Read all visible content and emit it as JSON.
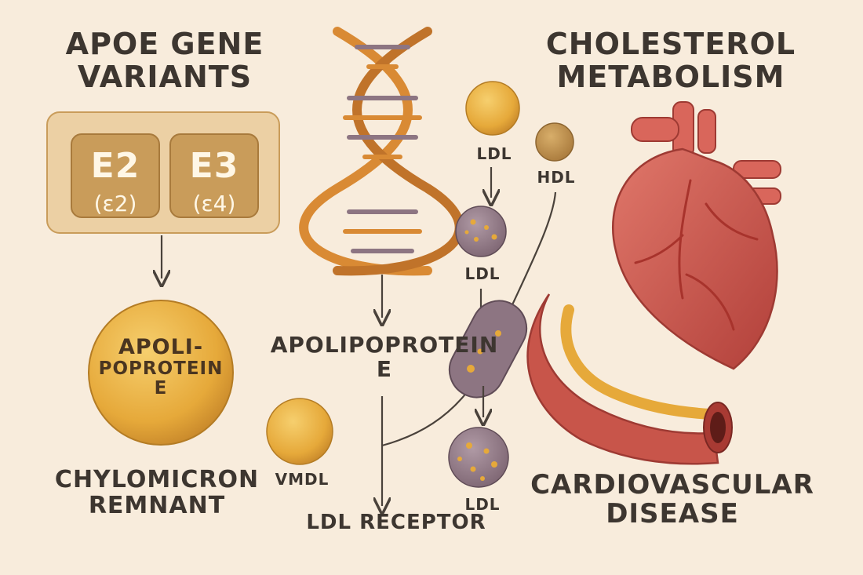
{
  "title_variants": [
    "APOE GENE",
    "VARIANTS"
  ],
  "title_metabolism": [
    "CHOLESTEROL",
    "METABOLISM"
  ],
  "variant_boxes": [
    {
      "label": "E2",
      "sub": "(ε2)"
    },
    {
      "label": "E3",
      "sub": "(ε4)"
    }
  ],
  "apoe_circle_lines": [
    "APOLI-",
    "POPROTEIN",
    "E"
  ],
  "apolipoprotein_label": [
    "APOLIPOPROTEIN",
    "E"
  ],
  "chylomicron_label": [
    "CHYLOMICRON",
    "REMNANT"
  ],
  "particles": {
    "vmdl": "VMDL",
    "ldl_top": "LDL",
    "hdl": "HDL",
    "ldl_mid": "LDL",
    "ldl_bottom": "LDL"
  },
  "ldl_receptor": "LDL RECEPTOR",
  "cardio_label": [
    "CARDIOVASCULAR",
    "DISEASE"
  ],
  "colors": {
    "background": "#f8ecdc",
    "text": "#3d3630",
    "gold": "#e6a93a",
    "purple": "#8d7582",
    "heart_red": "#c8554a",
    "dna_orange": "#d98a34"
  }
}
